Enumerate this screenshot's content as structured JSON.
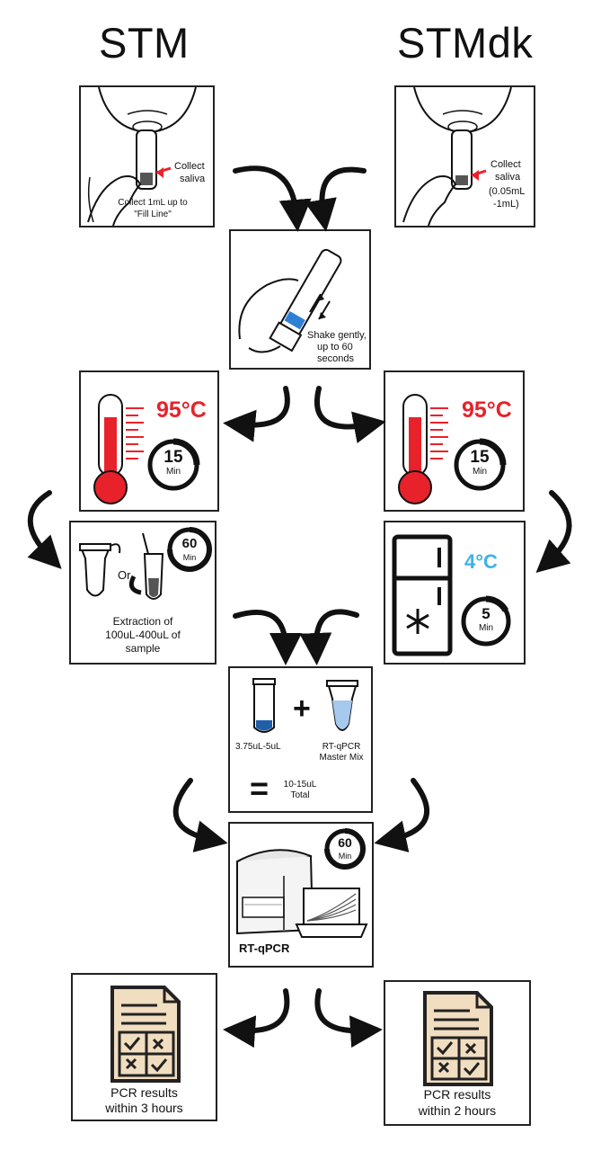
{
  "titles": {
    "left": "STM",
    "right": "STMdk"
  },
  "collect_left": {
    "label_line1": "Collect",
    "label_line2": "saliva",
    "note_line1": "Collect 1mL up to",
    "note_line2": "\"Fill Line\""
  },
  "collect_right": {
    "label_line1": "Collect",
    "label_line2": "saliva",
    "label_line3": "(0.05mL",
    "label_line4": "-1mL)"
  },
  "shake": {
    "line1": "Shake gently,",
    "line2": "up to 60",
    "line3": "seconds"
  },
  "heat_left": {
    "temp": "95°C",
    "timer_value": "15",
    "timer_unit": "Min"
  },
  "heat_right": {
    "temp": "95°C",
    "timer_value": "15",
    "timer_unit": "Min"
  },
  "extraction": {
    "or": "Or",
    "timer_value": "60",
    "timer_unit": "Min",
    "line1": "Extraction of",
    "line2": "100uL-400uL of",
    "line3": "sample"
  },
  "fridge": {
    "temp": "4°C",
    "timer_value": "5",
    "timer_unit": "Min"
  },
  "mix": {
    "plus": "+",
    "equals": "=",
    "sample_volume": "3.75uL-5uL",
    "master_line1": "RT-qPCR",
    "master_line2": "Master Mix",
    "total_line1": "10-15uL",
    "total_line2": "Total"
  },
  "rtqpcr": {
    "timer_value": "60",
    "timer_unit": "Min",
    "label": "RT-qPCR"
  },
  "results_left": {
    "line1": "PCR results",
    "line2": "within 3 hours"
  },
  "results_right": {
    "line1": "PCR results",
    "line2": "within 2 hours"
  },
  "colors": {
    "red": "#e8222a",
    "blue": "#3fb2e4",
    "report_tan": "#f1ddc0",
    "report_outline": "#222222"
  }
}
